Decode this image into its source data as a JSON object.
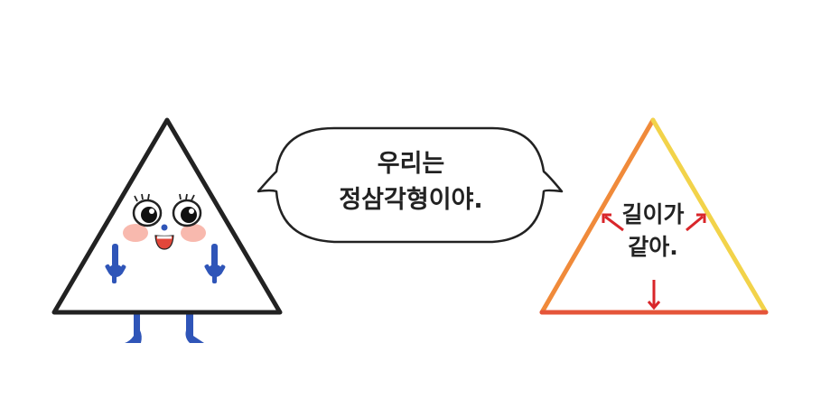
{
  "speech_bubble": {
    "line1": "우리는",
    "line2": "정삼각형이야."
  },
  "equal_sides_label": {
    "line1": "길이가",
    "line2": "같아."
  },
  "colors": {
    "outline": "#222222",
    "body_blue": "#2f55b8",
    "cheek": "#f6a89a",
    "mouth": "#e2473a",
    "side_left": "#f08a3a",
    "side_right": "#f2d34a",
    "side_bottom": "#e5553a",
    "arrow": "#d9262a"
  }
}
